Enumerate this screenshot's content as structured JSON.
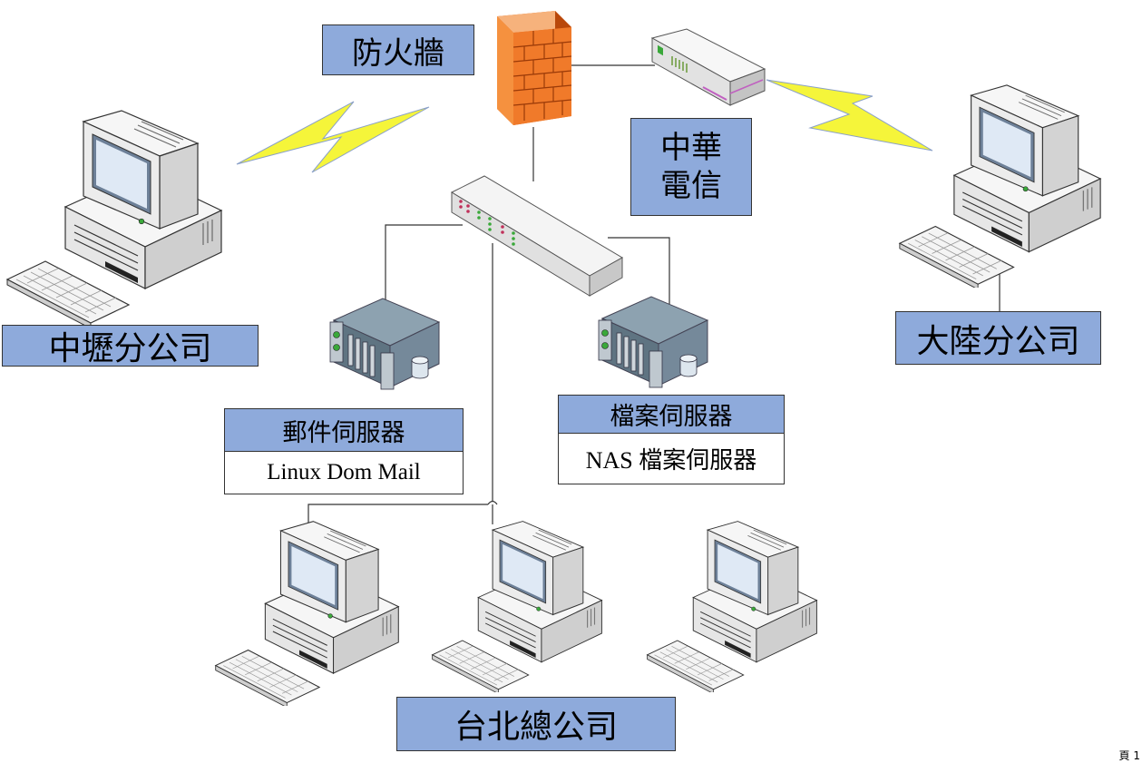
{
  "labels": {
    "firewall": "防火牆",
    "isp": "中華\n電信",
    "branch_zhongli": "中壢分公司",
    "branch_china": "大陸分公司",
    "mail_server": "郵件伺服器",
    "mail_server_detail": "Linux Dom Mail",
    "file_server": "檔案伺服器",
    "file_server_detail": "NAS 檔案伺服器",
    "headquarters": "台北總公司"
  },
  "page_mark": "頁 1",
  "colors": {
    "label_fill": "#8eaadb",
    "firewall": "#f07a2a",
    "lightning": "#f5f53a",
    "device_body": "#ededed",
    "server_body": "#6f8593"
  }
}
